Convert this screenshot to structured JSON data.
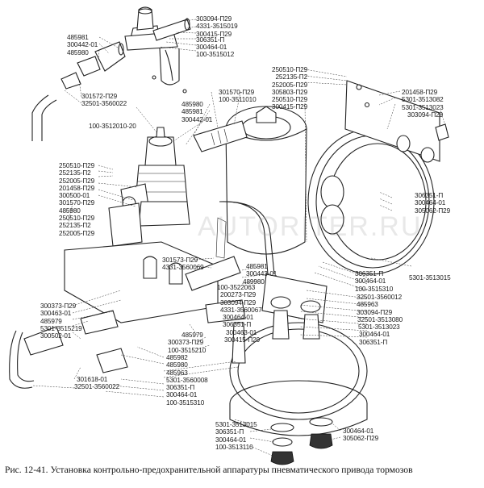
{
  "figure": {
    "caption": "Рис. 12-41. Установка контрольно-предохранительной аппаратуры  пневматического привода тормозов",
    "watermark": "AUTORITER.RU"
  },
  "label_groups": {
    "top_valve_right": [
      "303094-П29",
      "4331-3515019",
      "300415-П29",
      "306351-П",
      "300464-01",
      "100-3515012"
    ],
    "top_valve_left": [
      "485981",
      "300442-01",
      "485980"
    ],
    "top_pipe": [
      "301572-П29",
      "32501-3560022"
    ],
    "receiver_top_left": [
      "485980",
      "485981",
      "300442-01"
    ],
    "receiver_top": [
      "301570-П29",
      "100-3511010"
    ],
    "receiver_top_right": [
      "250510-П29",
      "252135-П2",
      "252005-П29",
      "305803-П29",
      "250510-П29",
      "300415-П29"
    ],
    "bracket_right": [
      "201458-П29",
      "5301-3513082",
      "5301-3513023",
      "303094-П29"
    ],
    "regulator": [
      "100-3512010-20"
    ],
    "regulator_left": [
      "250510-П29",
      "252135-П2",
      "252005-П29",
      "201458-П29",
      "300500-01",
      "301570-П29",
      "485980",
      "250510-П29",
      "252135-П2",
      "252005-П29"
    ],
    "chamber_right": [
      "306351-П",
      "300464-01",
      "305062-П29"
    ],
    "center_upper": [
      "301573-П29",
      "4331-3560069"
    ],
    "center_right_small": [
      "485981",
      "300443-01",
      "489980"
    ],
    "center_mid": [
      "100-3522063",
      "200273-П29",
      "303094-П29",
      "4331-3560067",
      "300464-01",
      "306351-П",
      "300463-01",
      "300415-П29"
    ],
    "right_mid": [
      "306351-П",
      "300464-01",
      "100-3515310"
    ],
    "right_far": [
      "5301-3513015"
    ],
    "right_lower": [
      "32501-3560012",
      "485963",
      "303094-П29",
      "32501-3513080",
      "5301-3513023",
      "300464-01",
      "306351-П"
    ],
    "left_lower": [
      "300373-П29",
      "300463-01",
      "485979",
      "5301-3515219",
      "300502-01"
    ],
    "bottom_valve": [
      "485979",
      "300373-П29",
      "100-3515210"
    ],
    "bottom_left_stack": [
      "485982",
      "485980",
      "485963",
      "5301-3560008",
      "306351-П",
      "300464-01",
      "100-3515310"
    ],
    "bottom_pipe": [
      "301618-01",
      "32501-3560022"
    ],
    "bottom_chamber_left": [
      "5301-3513015",
      "306351-П",
      "300464-01",
      "100-3513110"
    ],
    "bottom_chamber_right": [
      "300464-01",
      "305062-П29"
    ]
  }
}
